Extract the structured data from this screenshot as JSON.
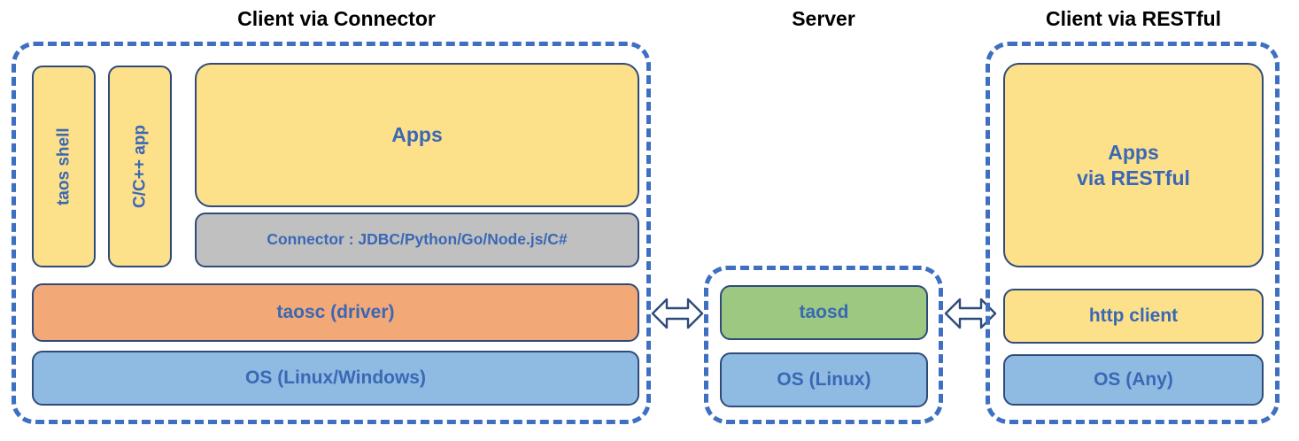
{
  "diagram": {
    "title_font_color": "#000000",
    "box_text_color": "#3A68B5",
    "dashed_border_color": "#3E6FC0",
    "box_border_color": "#2E4B7A",
    "colors": {
      "yellow": "#FDE08A",
      "orange": "#F3A877",
      "blue": "#8FBBE3",
      "green": "#9CC881",
      "gray": "#C0C0C0"
    }
  },
  "sections": {
    "client_connector": {
      "title": "Client via Connector",
      "boxes": {
        "taos_shell": "taos shell",
        "cpp_app": "C/C++ app",
        "apps": "Apps",
        "connector": "Connector : JDBC/Python/Go/Node.js/C#",
        "taosc": "taosc (driver)",
        "os": "OS (Linux/Windows)"
      }
    },
    "server": {
      "title": "Server",
      "boxes": {
        "taosd": "taosd",
        "os": "OS (Linux)"
      }
    },
    "client_restful": {
      "title": "Client via RESTful",
      "boxes": {
        "apps_line1": "Apps",
        "apps_line2": "via RESTful",
        "http_client": "http client",
        "os": "OS (Any)"
      }
    }
  },
  "connectors": {
    "left_arrow": "double-headed-arrow",
    "right_arrow": "double-headed-arrow"
  }
}
